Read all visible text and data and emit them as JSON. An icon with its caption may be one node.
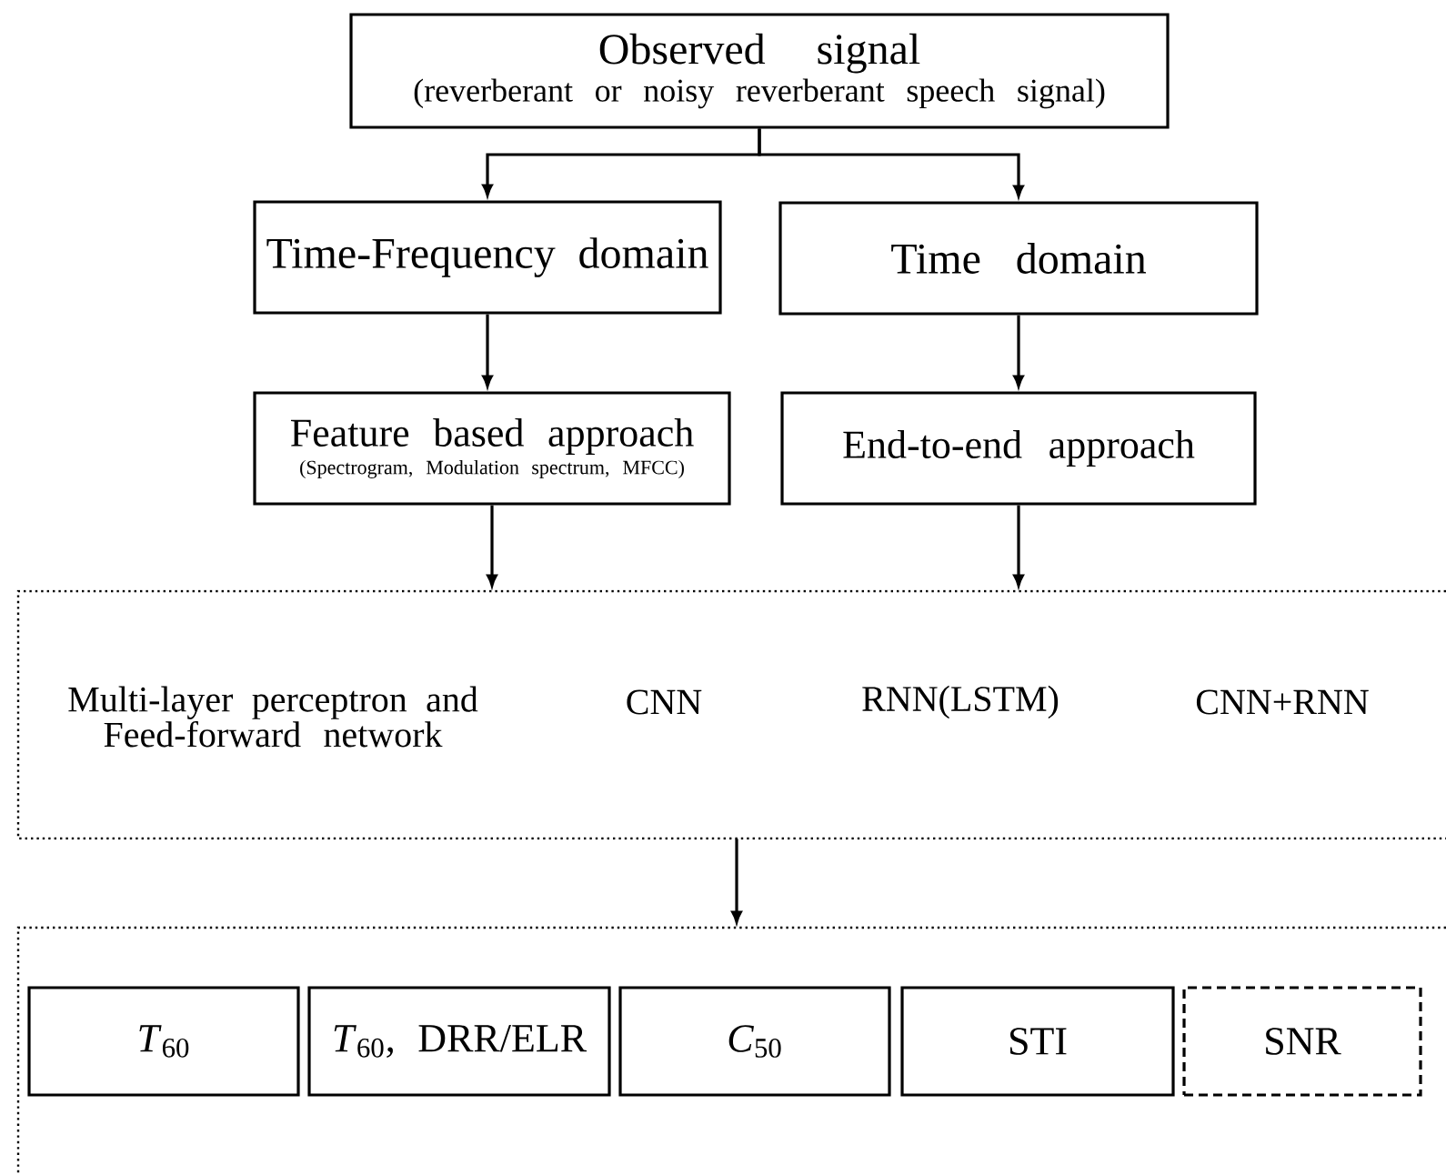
{
  "diagram": {
    "nodes": [
      {
        "text": [
          "Observed signal",
          "(reverberant or noisy reverberant speech signal)"
        ]
      },
      {
        "text": [
          "Time-Frequency domain"
        ]
      },
      {
        "text": [
          "Time domain"
        ]
      },
      {
        "text": [
          "Feature based approach",
          "(Spectrogram, Modulation spectrum, MFCC)"
        ]
      },
      {
        "text": [
          "End-to-end approach"
        ]
      },
      {
        "text": [],
        "shape": "box"
      },
      {
        "text": [
          "Multi-layer perceptron and Feed-forward network"
        ],
        "in": 5
      },
      {
        "text": [
          "CNN"
        ],
        "in": 5
      },
      {
        "text": [
          "RNN(LSTM)"
        ],
        "in": 5
      },
      {
        "text": [
          "CNN+RNN"
        ],
        "in": 5
      },
      {
        "text": [],
        "shape": "box"
      },
      {
        "text": [
          "*T*$_{60}$"
        ],
        "in": 10
      },
      {
        "text": [
          "*T*$_{60}$, DRR/ELR"
        ],
        "in": 10
      },
      {
        "text": [
          "*C*$_{50}$"
        ],
        "in": 10
      },
      {
        "text": [
          "STI"
        ],
        "in": 10
      },
      {
        "text": [
          "SNR"
        ],
        "in": 10
      }
    ],
    "edges": [
      {
        "from": 0,
        "to": 1,
        "arrow": "to"
      },
      {
        "from": 0,
        "to": 2,
        "arrow": "to"
      },
      {
        "from": 1,
        "to": 3,
        "arrow": "to"
      },
      {
        "from": 2,
        "to": 4,
        "arrow": "to"
      },
      {
        "from": 3,
        "to": 5,
        "arrow": "to"
      },
      {
        "from": 4,
        "to": 5,
        "arrow": "to"
      },
      {
        "from": 5,
        "to": 10,
        "arrow": "to"
      }
    ]
  }
}
